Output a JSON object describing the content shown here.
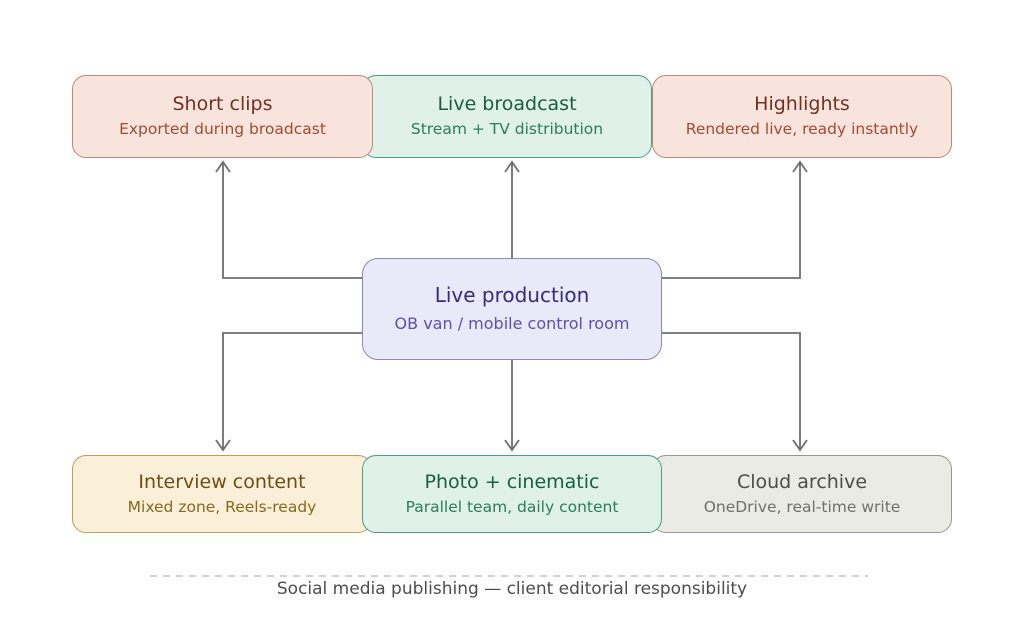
{
  "diagram": {
    "center": {
      "title": "Live production",
      "subtitle": "OB van / mobile control room"
    },
    "top_row": [
      {
        "title": "Short clips",
        "subtitle": "Exported during broadcast"
      },
      {
        "title": "Live broadcast",
        "subtitle": "Stream + TV distribution"
      },
      {
        "title": "Highlights",
        "subtitle": "Rendered live, ready instantly"
      }
    ],
    "bottom_row": [
      {
        "title": "Interview content",
        "subtitle": "Mixed zone, Reels-ready"
      },
      {
        "title": "Photo + cinematic",
        "subtitle": "Parallel team, daily content"
      },
      {
        "title": "Cloud archive",
        "subtitle": "OneDrive, real-time write"
      }
    ],
    "footer_note": "Social media publishing — client editorial responsibility",
    "colors": {
      "pink_bg": "#f9e4dd",
      "pink_border": "#c08870",
      "pink_text": "#74301f",
      "green_bg": "#dff1e8",
      "green_border": "#4d9f7c",
      "green_text": "#175e46",
      "purple_bg": "#eae9f9",
      "purple_border": "#8c85c4",
      "purple_text": "#332c80",
      "tan_bg": "#faf0da",
      "tan_border": "#c19b55",
      "tan_text": "#6f4d10",
      "gray_bg": "#ebebe5",
      "gray_border": "#97978d",
      "gray_text": "#4c4c4a",
      "arrow": "#6e6e6e",
      "dashed_line": "#cccccc",
      "footer_text": "#4d4d4d"
    }
  }
}
